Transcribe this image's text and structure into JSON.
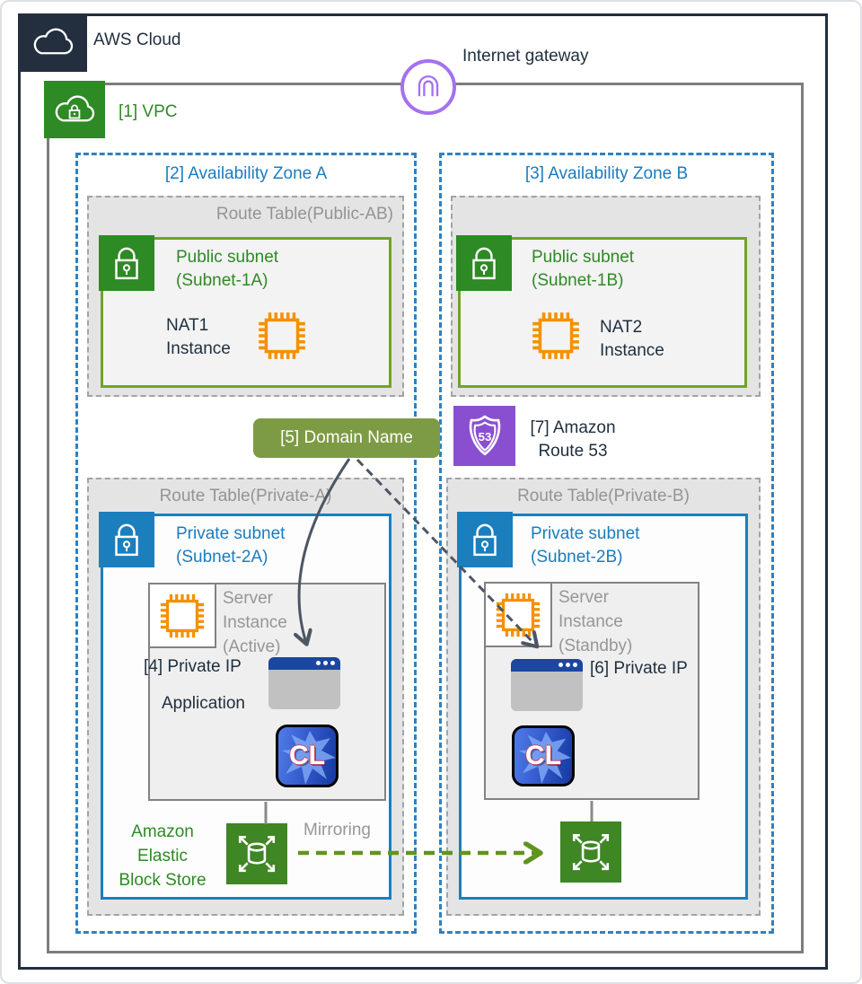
{
  "aws_cloud_label": "AWS Cloud",
  "internet_gateway_label": "Internet gateway",
  "vpc_label": "[1] VPC",
  "domain_name_label": "[5] Domain Name",
  "route53": {
    "line1": "[7] Amazon",
    "line2": "Route 53",
    "shield": "53"
  },
  "zone_a": {
    "label": "[2] Availability Zone A",
    "route_table_public_label": "Route Table(Public-AB)",
    "public_subnet_title": "Public subnet",
    "public_subnet_name": "(Subnet-1A)",
    "nat_name": "NAT1",
    "nat_type": "Instance",
    "route_table_private_label": "Route Table(Private-A)",
    "private_subnet_title": "Private subnet",
    "private_subnet_name": "(Subnet-2A)",
    "server_line1": "Server",
    "server_line2": "Instance",
    "server_line3": "(Active)",
    "private_ip_label": "[4] Private IP",
    "app_label": "Application",
    "cl_text": "CL",
    "ebs_line1": "Amazon",
    "ebs_line2": "Elastic",
    "ebs_line3": "Block Store",
    "mirroring_label": "Mirroring"
  },
  "zone_b": {
    "label": "[3] Availability Zone B",
    "public_subnet_title": "Public subnet",
    "public_subnet_name": "(Subnet-1B)",
    "nat_name": "NAT2",
    "nat_type": "Instance",
    "route_table_private_label": "Route Table(Private-B)",
    "private_subnet_title": "Private subnet",
    "private_subnet_name": "(Subnet-2B)",
    "server_line1": "Server",
    "server_line2": "Instance",
    "server_line3": "(Standby)",
    "private_ip_label": "[6] Private IP",
    "cl_text": "CL"
  },
  "colors": {
    "aws_navy": "#232f3e",
    "vpc_green": "#2e8a24",
    "subnet_green_border": "#72a327",
    "subnet_blue": "#1b7fbe",
    "az_dash_blue": "#2e81c4",
    "chip_orange": "#f59100",
    "route53_purple": "#8a4fd0",
    "igw_purple": "#a571f0",
    "domain_olive": "#7d9b44",
    "gray_text": "#969696",
    "arrow_dark": "#4d5663",
    "arrow_green": "#61941f"
  }
}
